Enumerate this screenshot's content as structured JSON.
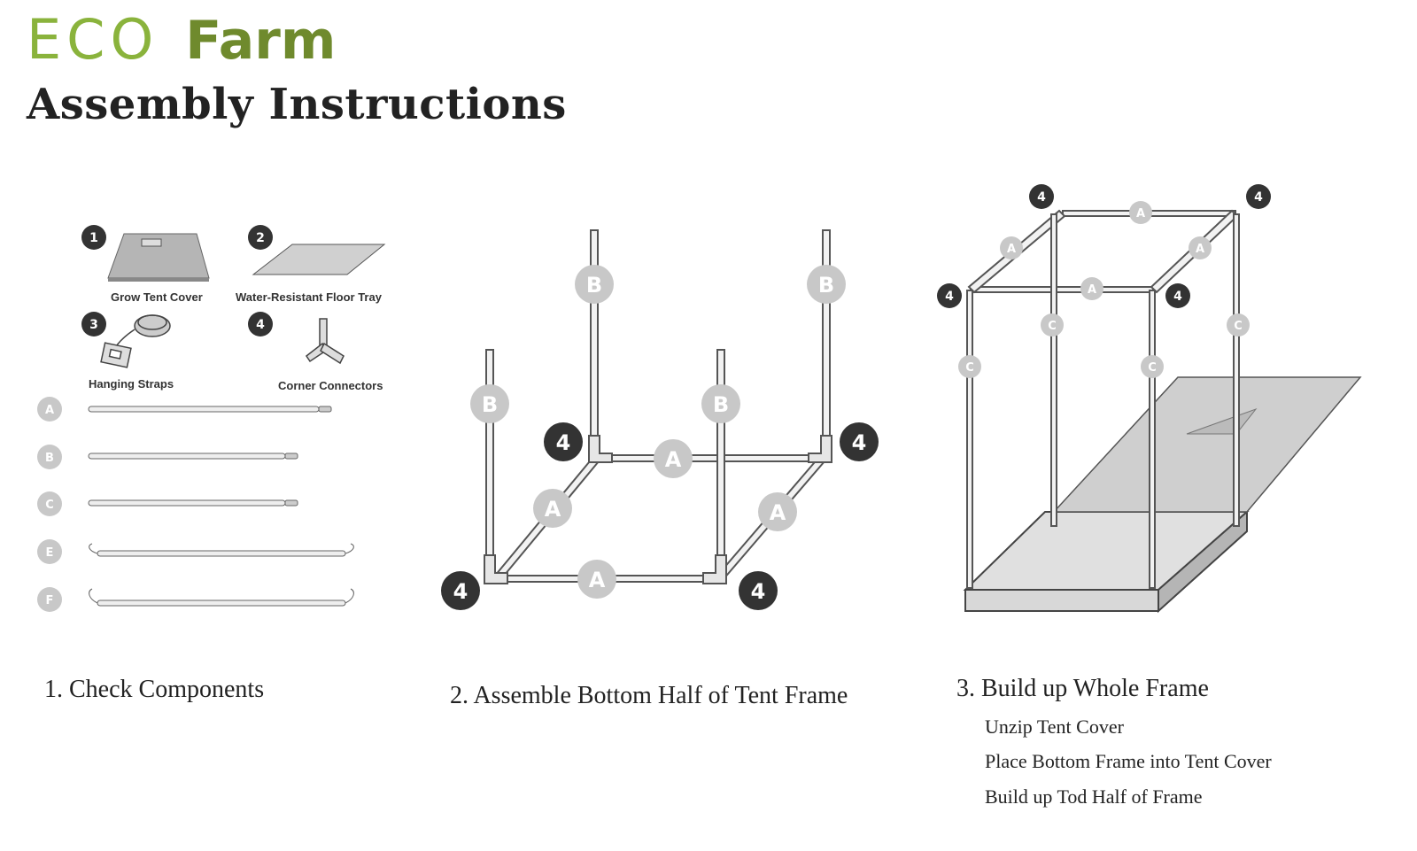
{
  "header": {
    "logo_eco": "ECO",
    "logo_farm": "Farm",
    "title": "Assembly Instructions"
  },
  "components": {
    "items": [
      {
        "number": "1",
        "label": "Grow Tent Cover"
      },
      {
        "number": "2",
        "label": "Water-Resistant Floor Tray"
      },
      {
        "number": "3",
        "label": "Hanging Straps"
      },
      {
        "number": "4",
        "label": "Corner Connectors"
      }
    ],
    "poles": [
      "A",
      "B",
      "C",
      "E",
      "F"
    ]
  },
  "steps": [
    {
      "title": "1. Check Components"
    },
    {
      "title": "2. Assemble Bottom Half of Tent Frame"
    },
    {
      "title": "3. Build up Whole Frame",
      "substeps": [
        "Unzip Tent Cover",
        "Place Bottom Frame into Tent Cover",
        "Build up Tod Half of Frame"
      ]
    }
  ],
  "colors": {
    "logo_light_green": "#8ab33c",
    "logo_dark_green": "#6f8a2d",
    "badge_dark": "#333333",
    "badge_light": "#c8c8c8"
  }
}
